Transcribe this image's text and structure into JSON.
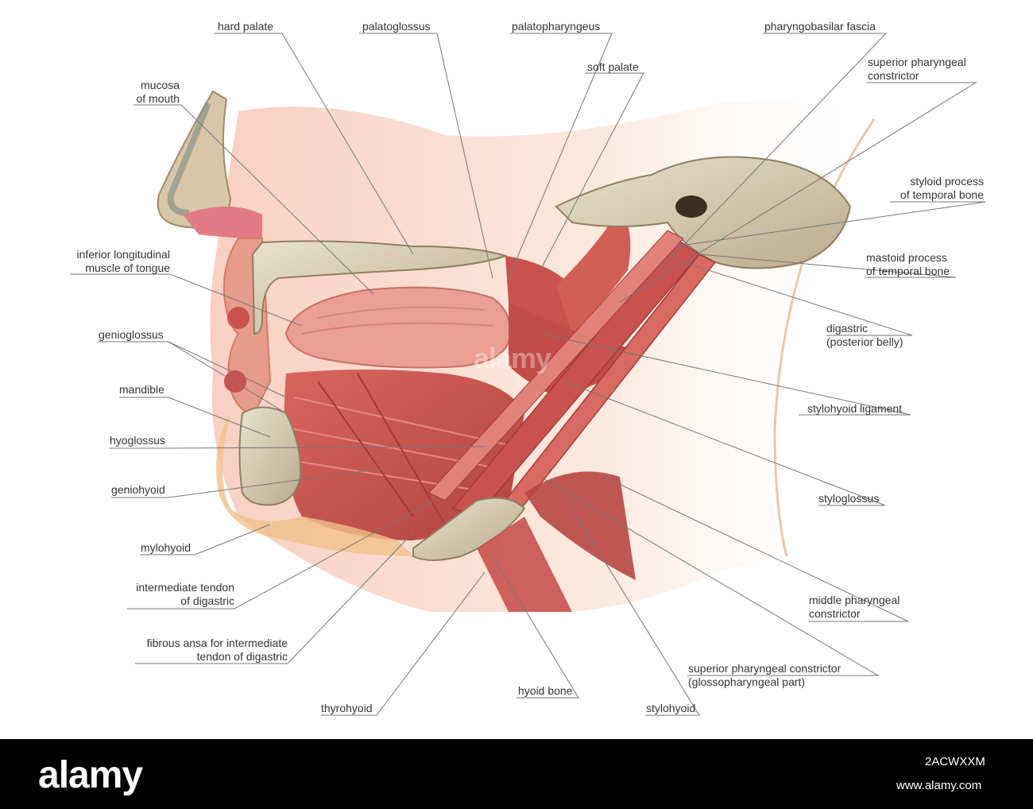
{
  "colors": {
    "muscle": "#c9524f",
    "muscle_dark": "#a63a3a",
    "muscle_light": "#e38a80",
    "skin": "#f5d9c4",
    "bone": "#ded4bd",
    "bone_dark": "#b8a98a",
    "tongue": "#e89c90",
    "mucosa": "#e2707a",
    "leader": "#777777"
  },
  "labels": [
    {
      "id": "hard-palate",
      "lines": [
        "hard palate"
      ]
    },
    {
      "id": "palatoglossus",
      "lines": [
        "palatoglossus"
      ]
    },
    {
      "id": "palatopharyngeus",
      "lines": [
        "palatopharyngeus"
      ]
    },
    {
      "id": "pharyngobasilar-fascia",
      "lines": [
        "pharyngobasilar fascia"
      ]
    },
    {
      "id": "soft-palate",
      "lines": [
        "soft palate"
      ]
    },
    {
      "id": "superior-pharyngeal-constrictor",
      "lines": [
        "superior pharyngeal",
        "constrictor"
      ]
    },
    {
      "id": "mucosa-of-mouth",
      "lines": [
        "mucosa",
        "of mouth"
      ]
    },
    {
      "id": "styloid-process",
      "lines": [
        "styloid process",
        "of temporal bone"
      ]
    },
    {
      "id": "inferior-longitudinal",
      "lines": [
        "inferior longitudinal",
        "muscle of tongue"
      ]
    },
    {
      "id": "mastoid-process",
      "lines": [
        "mastoid process",
        "of temporal bone"
      ]
    },
    {
      "id": "genioglossus",
      "lines": [
        "genioglossus"
      ]
    },
    {
      "id": "digastric-posterior",
      "lines": [
        "digastric",
        "(posterior belly)"
      ]
    },
    {
      "id": "mandible",
      "lines": [
        "mandible"
      ]
    },
    {
      "id": "stylohyoid-ligament",
      "lines": [
        "stylohyoid ligament"
      ]
    },
    {
      "id": "hyoglossus",
      "lines": [
        "hyoglossus"
      ]
    },
    {
      "id": "geniohyoid",
      "lines": [
        "geniohyoid"
      ]
    },
    {
      "id": "styloglossus",
      "lines": [
        "styloglossus"
      ]
    },
    {
      "id": "mylohyoid",
      "lines": [
        "mylohyoid"
      ]
    },
    {
      "id": "intermediate-tendon",
      "lines": [
        "intermediate tendon",
        "of digastric"
      ]
    },
    {
      "id": "middle-pharyngeal-constrictor",
      "lines": [
        "middle pharyngeal",
        "constrictor"
      ]
    },
    {
      "id": "fibrous-ansa",
      "lines": [
        "fibrous ansa for intermediate",
        "tendon of digastric"
      ]
    },
    {
      "id": "superior-constrictor-glosso",
      "lines": [
        "superior pharyngeal constrictor",
        "(glossopharyngeal part)"
      ]
    },
    {
      "id": "thyrohyoid",
      "lines": [
        "thyrohyoid"
      ]
    },
    {
      "id": "hyoid-bone",
      "lines": [
        "hyoid bone"
      ]
    },
    {
      "id": "stylohyoid",
      "lines": [
        "stylohyoid"
      ]
    }
  ],
  "watermark": "alamy",
  "footer": {
    "logo": "alamy",
    "image_id": "2ACWXXM",
    "url": "www.alamy.com"
  }
}
